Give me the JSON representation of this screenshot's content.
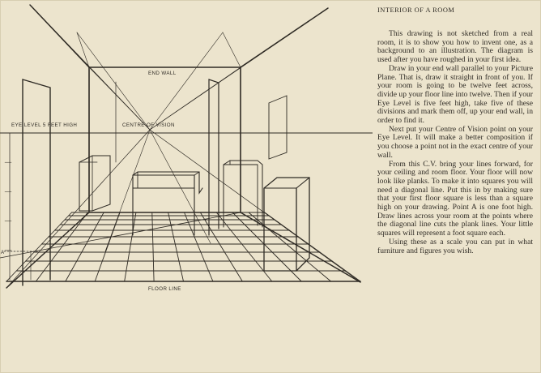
{
  "figure": {
    "labels": {
      "end_wall": "END WALL",
      "eye_level": "EYE LEVEL 5 FEET HIGH",
      "centre_of_vision": "CENTRE OF VISION",
      "floor_line": "FLOOR LINE",
      "point_a": "A"
    }
  },
  "article": {
    "heading": "INTERIOR OF A ROOM",
    "paragraphs": [
      "This drawing is not sketched from a real room, it is to show you how to invent one, as a background to an illustration. The diagram is used after you have roughed in your first idea.",
      "Draw in your end wall parallel to your Picture Plane. That is, draw it straight in front of you. If your room is going to be twelve feet across, divide up your floor line into twelve. Then if your Eye Level is five feet high, take five of these divisions and mark them off, up your end wall, in order to find it.",
      "Next put your Centre of Vision point on your Eye Level. It will make a better composition if you choose a point not in the exact centre of your wall.",
      "From this C.V. bring your lines forward, for your ceiling and room floor. Your floor will now look like planks. To make it into squares you will need a diagonal line. Put this in by making sure that your first floor square is less than a square high on your drawing. Point A is one foot high. Draw lines across your room at the points where the diagonal line cuts the plank lines. Your little squares will represent a foot square each.",
      "Using these as a scale you can put in what furniture and figures you wish."
    ]
  }
}
